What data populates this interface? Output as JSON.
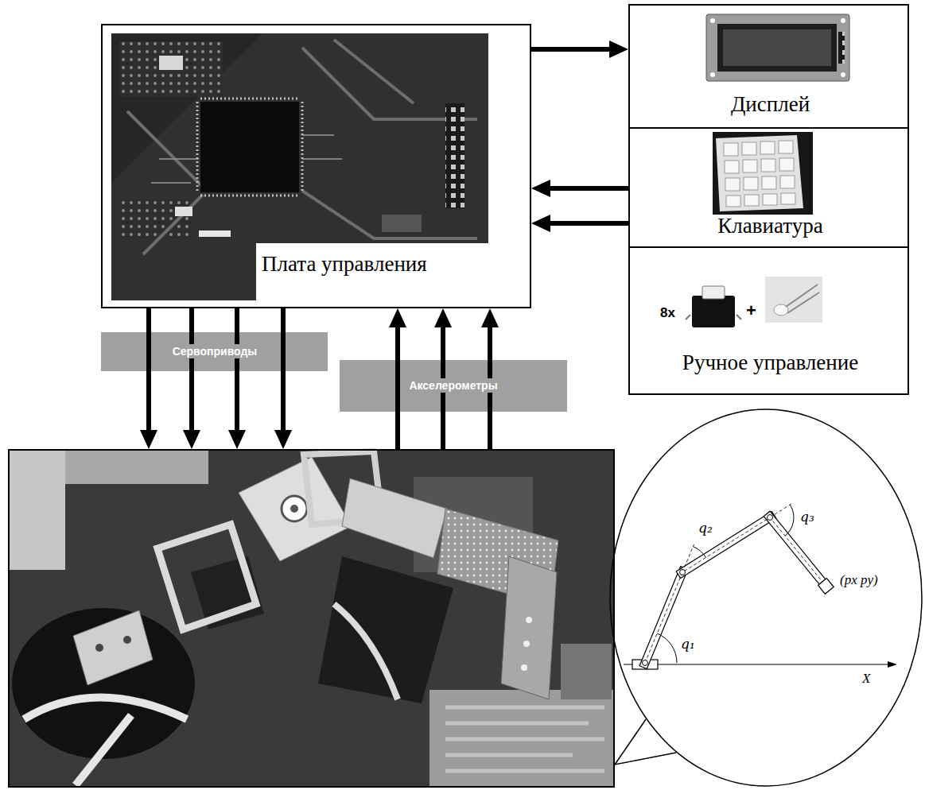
{
  "diagram": {
    "nodes": [
      {
        "text": [
          "Плата управления"
        ]
      },
      {
        "text": [
          "Дисплей"
        ]
      },
      {
        "text": [
          "Клавиатура"
        ]
      },
      {
        "text": [
          "8x",
          "+",
          "Ручное управление"
        ]
      },
      {
        "text": []
      },
      {
        "text": [
          "q₂",
          "q₃",
          "(px py)",
          "q₁",
          "X"
        ]
      }
    ],
    "edges": [
      {
        "from": 0,
        "to": 1,
        "arrow": "to"
      },
      {
        "from": 2,
        "to": 0,
        "arrow": "to"
      },
      {
        "from": 3,
        "to": 0,
        "arrow": "to"
      },
      {
        "from": 0,
        "to": 4,
        "arrow": "to",
        "label": "Сервоприводы"
      },
      {
        "from": 0,
        "to": 4,
        "arrow": "to"
      },
      {
        "from": 0,
        "to": 4,
        "arrow": "to"
      },
      {
        "from": 0,
        "to": 4,
        "arrow": "to"
      },
      {
        "from": 4,
        "to": 0,
        "arrow": "to",
        "label": "Акселерометры"
      },
      {
        "from": 4,
        "to": 0,
        "arrow": "to"
      },
      {
        "from": 4,
        "to": 0,
        "arrow": "to"
      },
      {
        "from": 4,
        "to": 5,
        "arrow": "none"
      }
    ]
  }
}
